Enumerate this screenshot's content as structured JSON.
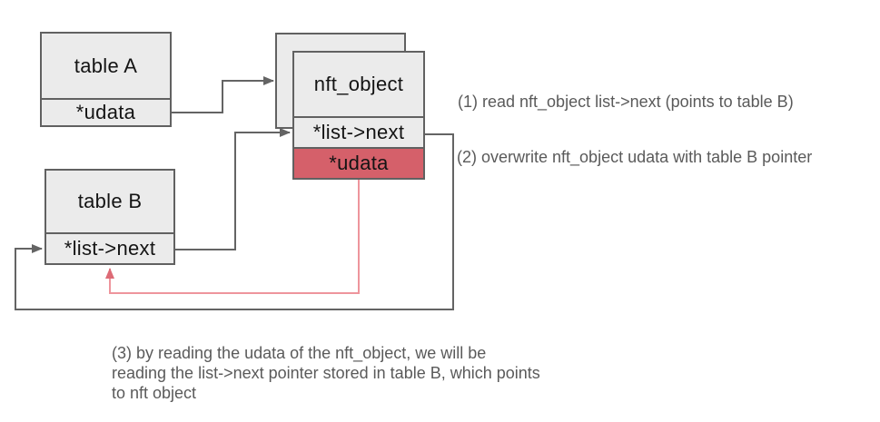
{
  "diagram": {
    "table_a": {
      "title": "table A",
      "field_udata": "*udata"
    },
    "table_b": {
      "title": "table B",
      "field_list_next": "*list->next"
    },
    "nft_object": {
      "title": "nft_object",
      "field_list_next": "*list->next",
      "field_udata": "*udata"
    },
    "notes": {
      "step1": "(1) read nft_object list->next (points to table B)",
      "step2": "(2) overwrite nft_object udata with table B pointer",
      "step3": "(3) by reading the udata of the nft_object, we will be\nreading the list->next pointer stored in table B, which points\nto nft object"
    }
  },
  "colors": {
    "box-fill": "#ebebeb",
    "box-border": "#616161",
    "box-text": "#141414",
    "arrow-color": "#646464",
    "red-fill": "#d5606a",
    "red-line": "#ee959c",
    "red-head": "#dd6b76",
    "note-text": "#5a5a5a"
  }
}
